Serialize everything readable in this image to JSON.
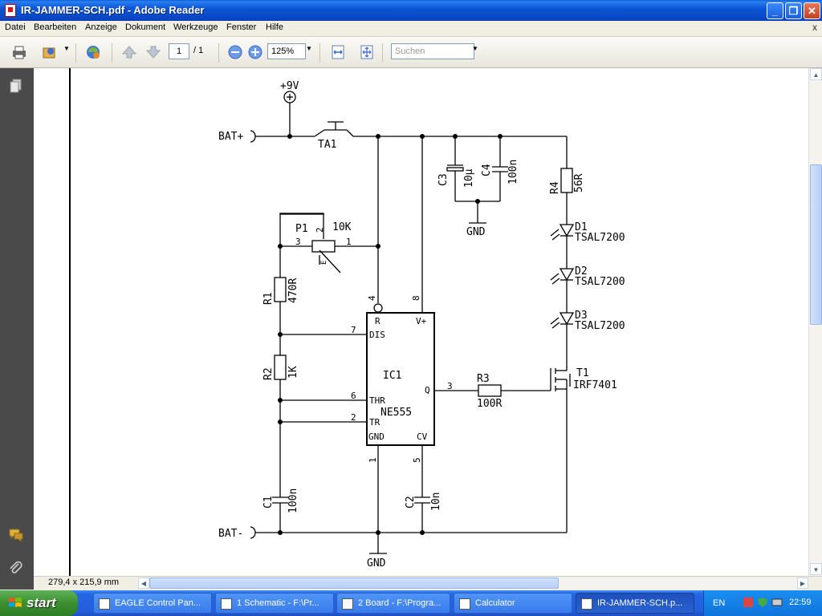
{
  "window": {
    "title": "IR-JAMMER-SCH.pdf - Adobe Reader"
  },
  "menu": [
    "Datei",
    "Bearbeiten",
    "Anzeige",
    "Dokument",
    "Werkzeuge",
    "Fenster",
    "Hilfe"
  ],
  "menu_close": "x",
  "toolbar": {
    "page_current": "1",
    "page_total": "/ 1",
    "zoom": "125%",
    "search_placeholder": "Suchen"
  },
  "status": {
    "page_size": "279,4 x 215,9 mm"
  },
  "schematic": {
    "labels": {
      "vplus": "+9V",
      "bat_plus": "BAT+",
      "bat_minus": "BAT-",
      "ta1": "TA1",
      "c3": "C3",
      "c3_val": "10µ",
      "c4": "C4",
      "c4_val": "100n",
      "gnd_top": "GND",
      "gnd_bottom": "GND",
      "r4": "R4",
      "r4_val": "56R",
      "d1": "D1",
      "d1_val": "TSAL7200",
      "d2": "D2",
      "d2_val": "TSAL7200",
      "d3": "D3",
      "d3_val": "TSAL7200",
      "p1": "P1",
      "p1_val": "10K",
      "p1_pin3": "3",
      "p1_pin2": "2",
      "p1_pin1": "1",
      "p1_e": "E",
      "r1": "R1",
      "r1_val": "470R",
      "r2": "R2",
      "r2_val": "1K",
      "c1": "C1",
      "c1_val": "100n",
      "c2": "C2",
      "c2_val": "10n",
      "ic1": "IC1",
      "ic1_val": "NE555",
      "pin_r": "R",
      "pin_vplus": "V+",
      "pin_dis": "DIS",
      "pin_q": "Q",
      "pin_thr": "THR",
      "pin_tr": "TR",
      "pin_gnd": "GND",
      "pin_cv": "CV",
      "n4": "4",
      "n8": "8",
      "n7": "7",
      "n6": "6",
      "n2": "2",
      "n3": "3",
      "n1": "1",
      "n5": "5",
      "r3": "R3",
      "r3_val": "100R",
      "t1": "T1",
      "t1_val": "IRF7401"
    }
  },
  "taskbar": {
    "start": "start",
    "tasks": [
      "EAGLE Control Pan...",
      "1 Schematic - F:\\Pr...",
      "2 Board - F:\\Progra...",
      "Calculator",
      "IR-JAMMER-SCH.p..."
    ],
    "lang": "EN",
    "clock": "22:59"
  },
  "colors": {
    "titlebar": "#0a55d3",
    "taskbar": "#245edb",
    "start": "#3c8f30"
  }
}
